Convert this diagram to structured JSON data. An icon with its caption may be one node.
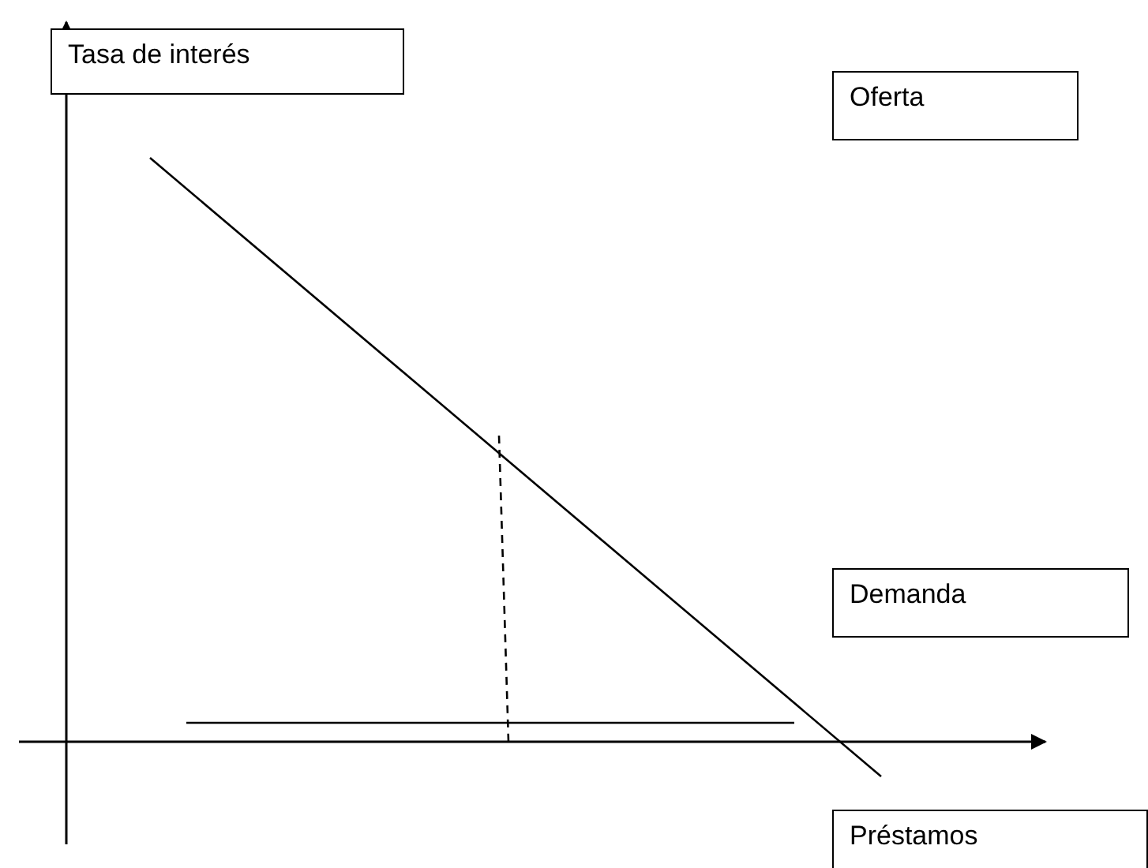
{
  "diagram": {
    "nodes": [
      {
        "text": [
          "Tasa de interés"
        ]
      },
      {
        "text": [
          "Oferta"
        ]
      },
      {
        "text": [
          "Demanda"
        ]
      },
      {
        "text": [
          "Préstamos"
        ]
      }
    ]
  }
}
